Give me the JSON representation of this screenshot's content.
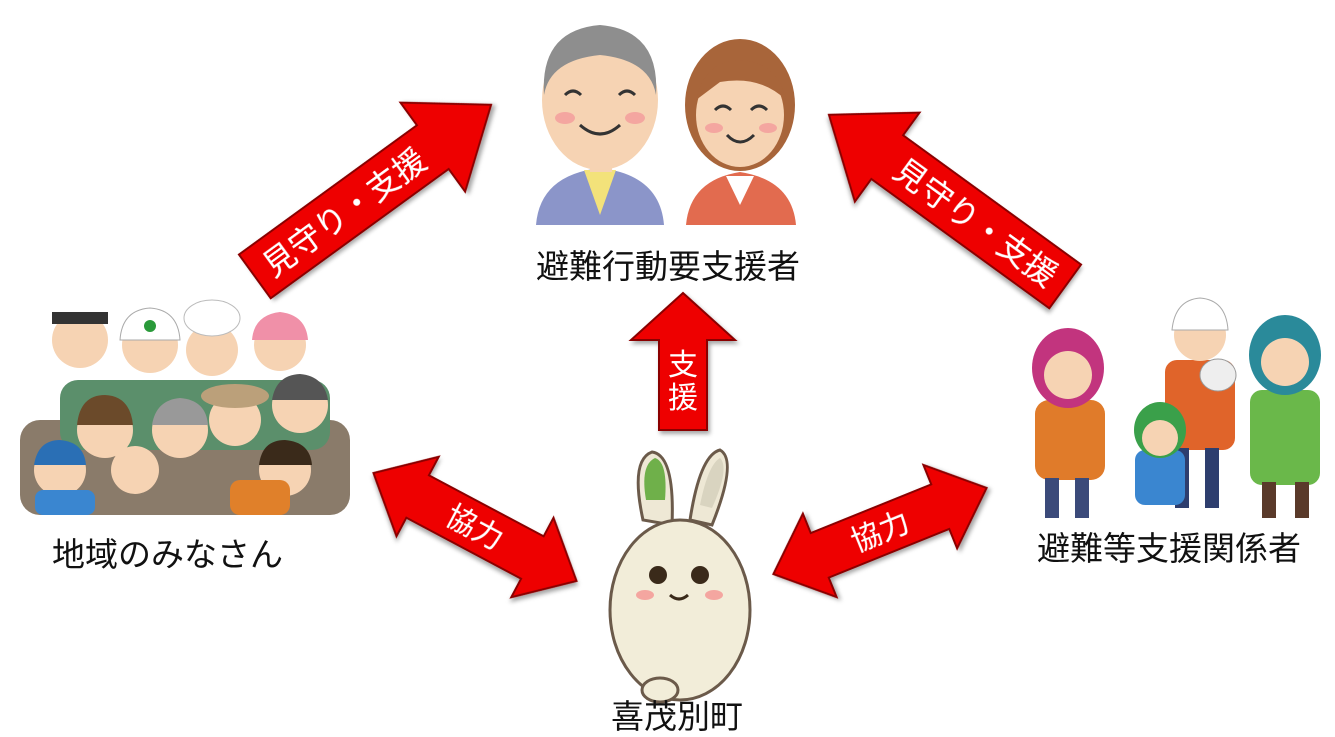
{
  "nodes": {
    "top": "避難行動要支援者",
    "left": "地域のみなさん",
    "right": "避難等支援関係者",
    "bottom": "喜茂別町"
  },
  "arrows": {
    "watch_left": "見守り・支援",
    "watch_right": "見守り・支援",
    "support_v1": "支",
    "support_v2": "援",
    "coop_left": "協力",
    "coop_right": "協力"
  },
  "colors": {
    "arrow": "#ee0000",
    "arrow_outline": "#8a0000"
  }
}
